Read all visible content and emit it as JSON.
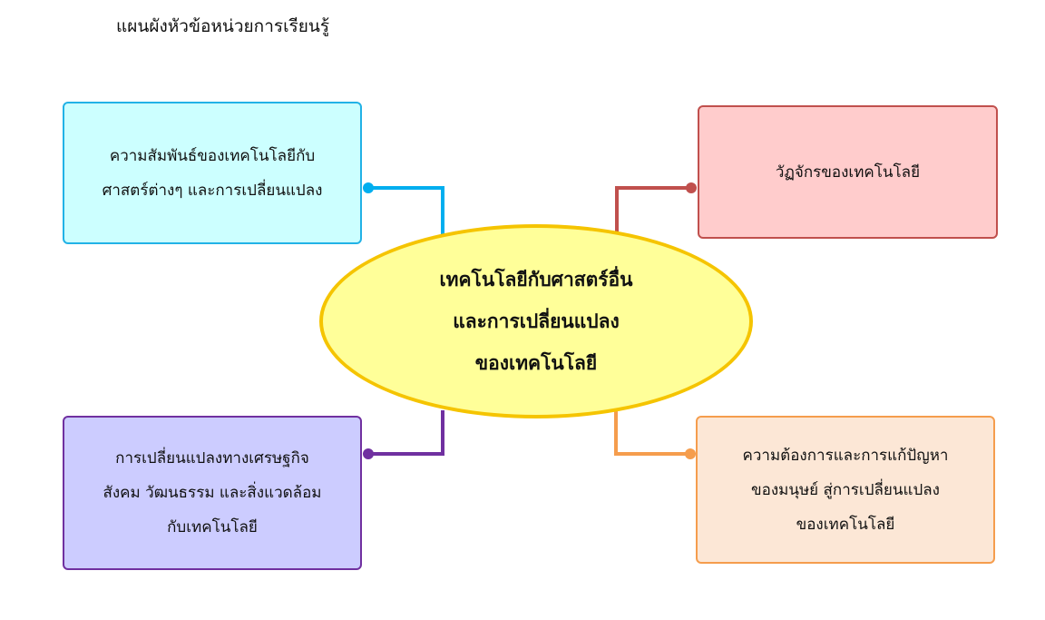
{
  "page": {
    "title": "แผนผังหัวข้อหน่วยการเรียนรู้"
  },
  "center": {
    "lines": [
      "เทคโนโลยีกับศาสตร์อื่น",
      "และการเปลี่ยนแปลง",
      "ของเทคโนโลยี"
    ],
    "fill": "#ffff99",
    "border": "#f5c400"
  },
  "topics": {
    "top_left": {
      "lines": [
        "ความสัมพันธ์ของเทคโนโลยีกับ",
        "ศาสตร์ต่างๆ และการเปลี่ยนแปลง"
      ],
      "fill": "#ccffff",
      "border": "#22b2e6"
    },
    "top_right": {
      "lines": [
        "วัฏจักรของเทคโนโลยี"
      ],
      "fill": "#ffcccc",
      "border": "#c0504d"
    },
    "bottom_left": {
      "lines": [
        "การเปลี่ยนแปลงทางเศรษฐกิจ",
        "สังคม วัฒนธรรม และสิ่งแวดล้อม",
        "กับเทคโนโลยี"
      ],
      "fill": "#ccccff",
      "border": "#7030a0"
    },
    "bottom_right": {
      "lines": [
        "ความต้องการและการแก้ปัญหา",
        "ของมนุษย์ สู่การเปลี่ยนแปลง",
        "ของเทคโนโลยี"
      ],
      "fill": "#fce7d6",
      "border": "#f59d4d"
    }
  }
}
